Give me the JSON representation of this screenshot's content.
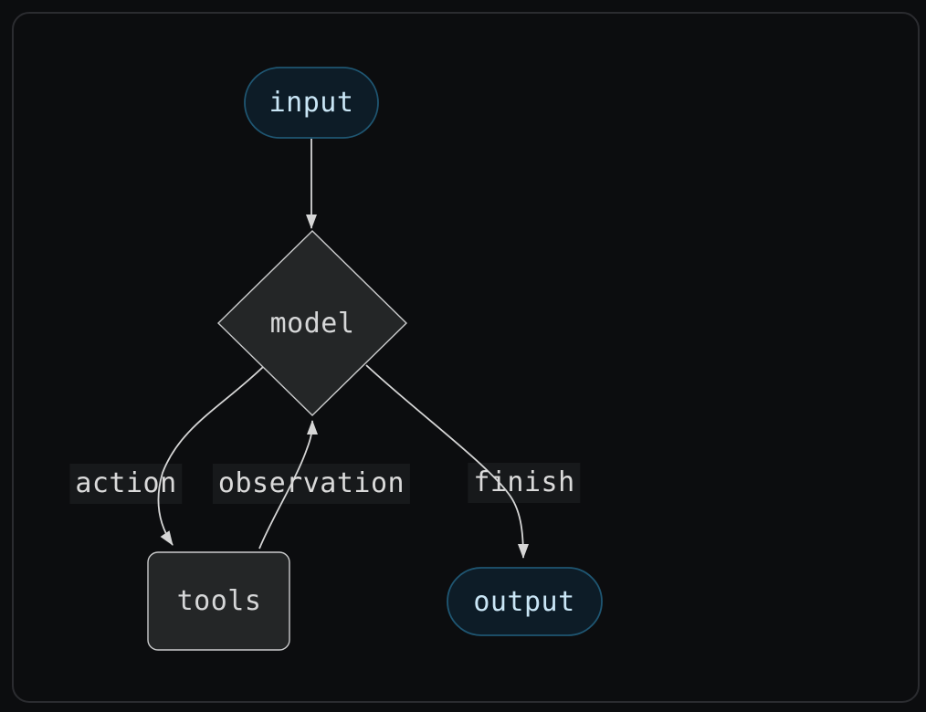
{
  "diagram": {
    "type": "flowchart",
    "direction": "top-down",
    "nodes": [
      {
        "id": "input",
        "label": "input",
        "shape": "stadium"
      },
      {
        "id": "model",
        "label": "model",
        "shape": "diamond"
      },
      {
        "id": "tools",
        "label": "tools",
        "shape": "rounded-rect"
      },
      {
        "id": "output",
        "label": "output",
        "shape": "stadium"
      }
    ],
    "edges": [
      {
        "from": "input",
        "to": "model",
        "label": ""
      },
      {
        "from": "model",
        "to": "tools",
        "label": "action"
      },
      {
        "from": "tools",
        "to": "model",
        "label": "observation"
      },
      {
        "from": "model",
        "to": "output",
        "label": "finish"
      }
    ],
    "colors": {
      "background": "#0c0d0f",
      "canvas_border": "#2b2c30",
      "node_fill": "#242627",
      "node_border": "#cbcccd",
      "node_text": "#d6d7d8",
      "accent_fill": "#0d1c27",
      "accent_border": "#1f5672",
      "accent_text": "#c9e6f6",
      "edge_stroke": "#d6d6d6",
      "edge_label_text": "#dadada"
    }
  }
}
